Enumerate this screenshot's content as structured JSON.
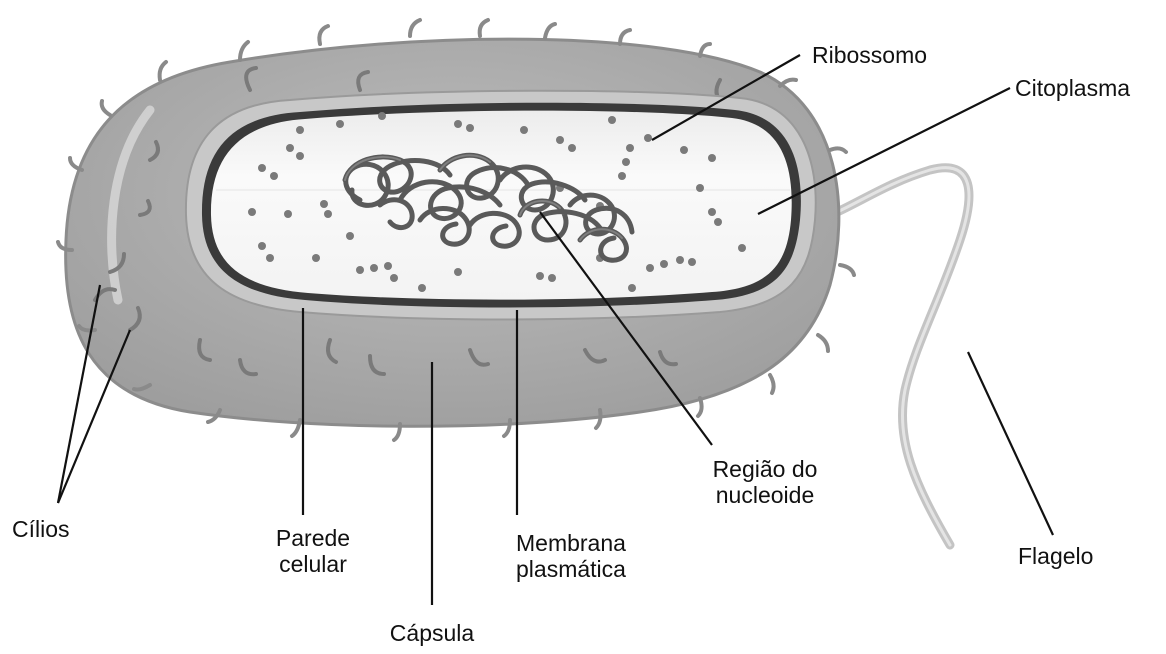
{
  "diagram": {
    "labels": {
      "ribossomo": "Ribossomo",
      "citoplasma": "Citoplasma",
      "cilios": "Cílios",
      "parede_l1": "Parede",
      "parede_l2": "celular",
      "capsula": "Cápsula",
      "membrana_l1": "Membrana",
      "membrana_l2": "plasmática",
      "regiao_l1": "Região do",
      "regiao_l2": "nucleoide",
      "flagelo": "Flagelo"
    },
    "colors": {
      "capsule": "#a9a9a9",
      "capsule_edge": "#8c8c8c",
      "wall": "#c8c8c8",
      "membrane": "#3a3a3a",
      "cytoplasm": "#f4f4f4",
      "ribosome": "#7a7a7a",
      "nucleoid": "#5a5a5a",
      "flagellum": "#c4c4c4",
      "leader": "#111111"
    }
  }
}
